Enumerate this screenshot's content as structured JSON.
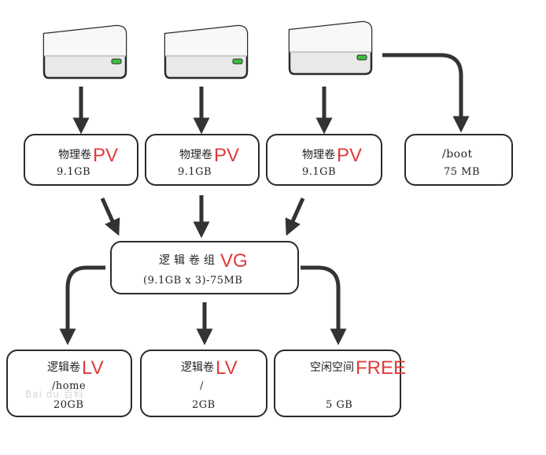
{
  "colors": {
    "accent_red": "#e03a3a",
    "outline": "#2a2a2a",
    "disk_led": "#3fbf3f"
  },
  "disks": [
    {
      "icon": "hard-disk-icon"
    },
    {
      "icon": "hard-disk-icon"
    },
    {
      "icon": "hard-disk-icon"
    }
  ],
  "pv": [
    {
      "label": "物理卷",
      "tag": "PV",
      "size": "9.1GB"
    },
    {
      "label": "物理卷",
      "tag": "PV",
      "size": "9.1GB"
    },
    {
      "label": "物理卷",
      "tag": "PV",
      "size": "9.1GB"
    }
  ],
  "boot": {
    "label": "/boot",
    "size": "75 MB"
  },
  "vg": {
    "label": "逻辑卷组",
    "tag": "VG",
    "detail": "(9.1GB x 3)-75MB"
  },
  "lv": [
    {
      "label": "逻辑卷",
      "tag": "LV",
      "mount": "/home",
      "size": "20GB"
    },
    {
      "label": "逻辑卷",
      "tag": "LV",
      "mount": "/",
      "size": "2GB"
    }
  ],
  "free": {
    "label": "空闲空间",
    "tag": "FREE",
    "size": "5 GB"
  },
  "watermark": "Bai du 百科"
}
